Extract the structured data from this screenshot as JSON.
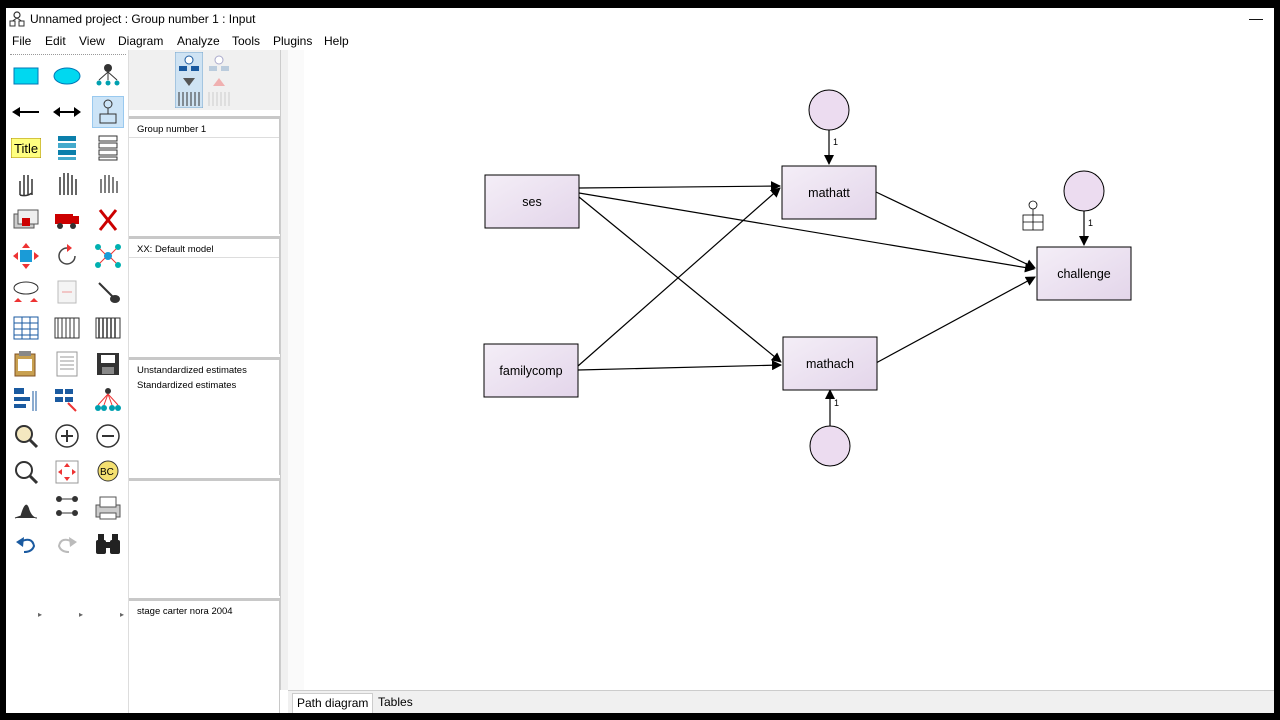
{
  "window": {
    "title": "Unnamed project : Group number 1 : Input",
    "minimize_glyph": "—"
  },
  "menu": [
    "File",
    "Edit",
    "View",
    "Diagram",
    "Analyze",
    "Tools",
    "Plugins",
    "Help"
  ],
  "panels": {
    "groups": {
      "items": [
        "Group number 1"
      ]
    },
    "models": {
      "items": [
        "XX: Default model"
      ]
    },
    "estimates": {
      "items": [
        "Unstandardized estimates",
        "Standardized estimates"
      ]
    },
    "notes": {
      "items": []
    },
    "files": {
      "items": [
        "stage carter nora 2004"
      ]
    }
  },
  "diagram": {
    "observed": {
      "ses": "ses",
      "familycomp": "familycomp",
      "mathatt": "mathatt",
      "mathach": "mathach",
      "challenge": "challenge"
    },
    "path_labels": {
      "mathatt_error": "1",
      "mathach_error": "1",
      "challenge_error": "1"
    },
    "colors": {
      "node_fill_light": "#f4eef7",
      "node_fill_dark": "#e3d5ea",
      "error_fill": "#ecdcf0"
    }
  },
  "tabs": {
    "path_diagram": "Path diagram",
    "tables": "Tables"
  }
}
